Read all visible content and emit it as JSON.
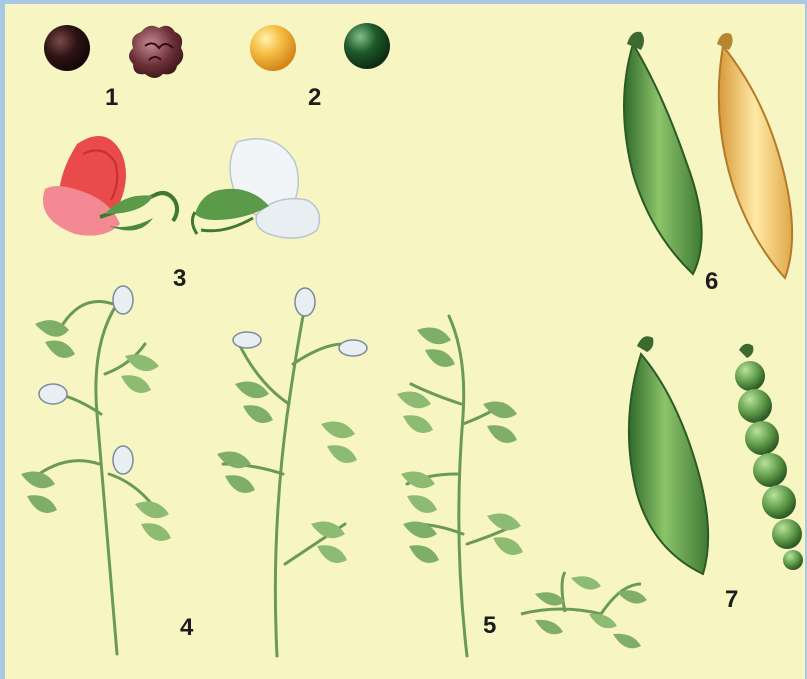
{
  "labels": {
    "n1": "1",
    "n2": "2",
    "n3": "3",
    "n4": "4",
    "n5": "5",
    "n6": "6",
    "n7": "7"
  },
  "colors": {
    "background": "#f7f6c2",
    "border": "#a9c8e4",
    "seed_dark": "#2e1414",
    "seed_wrinkled": "#6a2f36",
    "seed_yellow": "#f0a72a",
    "seed_green": "#1f5a2a",
    "flower_red": "#ee6a6a",
    "flower_white": "#eef2f6",
    "pod_green": "#6aa84a",
    "pod_yellow": "#f0cf72",
    "leaf_green": "#6b9a56"
  },
  "icons": {
    "seeds_trait_1": "smooth-and-wrinkled-seed-icons",
    "seeds_trait_2": "yellow-and-green-seed-icons",
    "flowers_trait_3": "red-and-white-flower-icons",
    "plants_trait_4": "tall-pea-plant-icons",
    "plants_trait_5": "leafy-pea-plant-icons",
    "pods_trait_6": "green-and-yellow-pod-icons",
    "pods_trait_7": "smooth-and-constricted-pod-icons"
  }
}
